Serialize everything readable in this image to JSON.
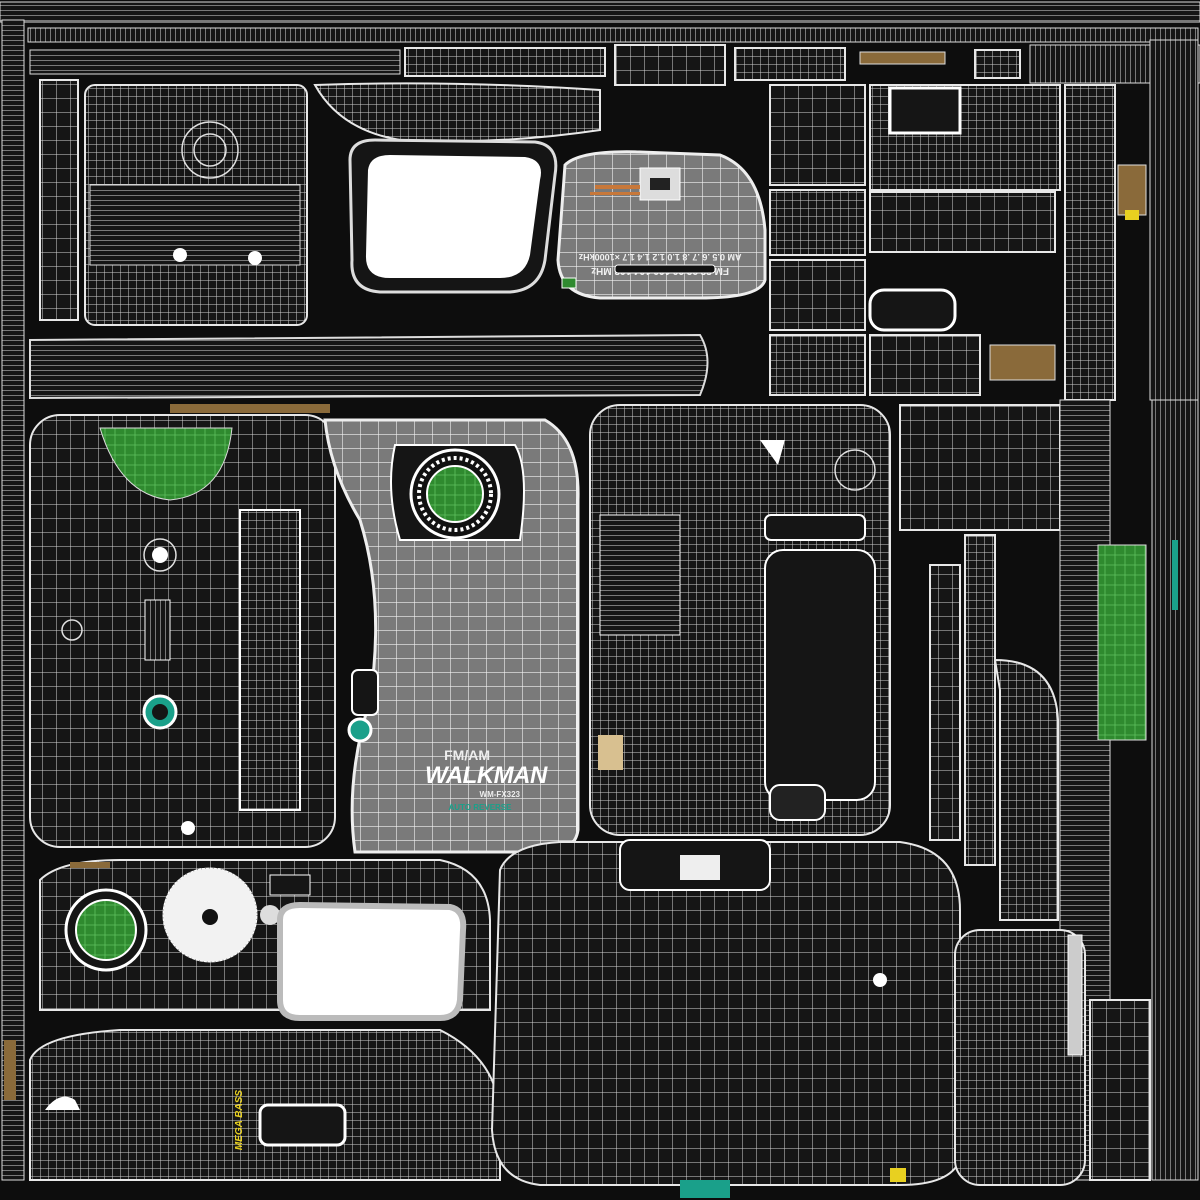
{
  "texture": {
    "colors": {
      "background": "#0d0d0d",
      "wire": "#e8e8e8",
      "panel_gray": "#777777",
      "pcb_green": "#2f8a2f",
      "brown_strip": "#8a6a3a",
      "teal": "#1aa08a",
      "yellow": "#e8d020"
    }
  },
  "front_panel": {
    "band_label": "FM/AM",
    "brand_logo": "WALKMAN",
    "model": "WM-FX323",
    "feature_label": "AUTO REVERSE"
  },
  "tuner_dial": {
    "fm_scale": "FM 88 92 96 100 104 108 MHz",
    "am_scale": "AM 0.5 .6 .7 .8 1.0 1.2 1.4 1.7 ×1000kHz"
  },
  "back_panel": {
    "bass_label": "MEGA BASS"
  }
}
